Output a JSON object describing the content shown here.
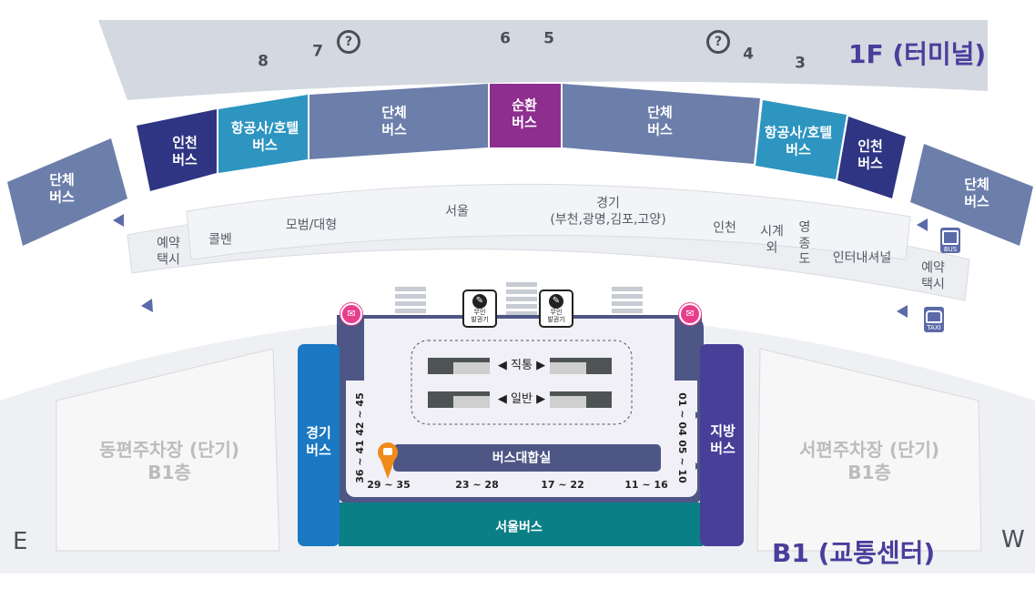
{
  "floors": {
    "terminal_title": "1F (터미널)",
    "transport_center_title": "B1 (교통센터)"
  },
  "directions": {
    "east": "E",
    "west": "W"
  },
  "gates": [
    {
      "id": "8",
      "label": "8"
    },
    {
      "id": "7",
      "label": "7"
    },
    {
      "id": "help-left",
      "label": "?"
    },
    {
      "id": "6",
      "label": "6"
    },
    {
      "id": "5",
      "label": "5"
    },
    {
      "id": "help-right",
      "label": "?"
    },
    {
      "id": "4",
      "label": "4"
    },
    {
      "id": "3",
      "label": "3"
    }
  ],
  "bus_zones": {
    "group_bus_left": "단체\n버스",
    "incheon_bus_left": "인천\n버스",
    "airline_hotel_left": "항공사/호텔\n버스",
    "group_bus_center_left": "단체\n버스",
    "shuttle_bus": "순환\n버스",
    "group_bus_center_right": "단체\n버스",
    "airline_hotel_right": "항공사/호텔\n버스",
    "incheon_bus_right": "인천\n버스",
    "group_bus_right": "단체\n버스"
  },
  "taxi_zones": {
    "reserved_taxi_left": "예약\n택시",
    "call_van": "콜벤",
    "model_large": "모범/대형",
    "seoul": "서울",
    "gyeonggi": "경기\n(부천,광명,김포,고양)",
    "incheon": "인천",
    "outside_city": "시계\n외",
    "yeongjongdo": "영\n종\n도",
    "intercity_shuttle": "인터내셔널",
    "reserved_taxi_right": "예약\n택시"
  },
  "transport_center": {
    "gyeonggi_bus": "경기\n버스",
    "regional_bus": "지방\n버스",
    "seoul_bus": "서울버스",
    "bus_lounge": "버스대합실",
    "direct": "직통",
    "general": "일반",
    "kiosk_label": "무인\n발권기",
    "left_platforms": [
      "42 ~ 45",
      "36 ~ 41"
    ],
    "right_platforms": [
      "01 ~ 04",
      "05 ~ 10"
    ],
    "bottom_platforms": [
      "29 ~ 35",
      "23 ~ 28",
      "17 ~ 22",
      "11 ~ 16"
    ]
  },
  "parking": {
    "east": "동편주차장 (단기)\nB1층",
    "west": "서편주차장 (단기)\nB1층"
  },
  "icons": {
    "bus_icon_label": "BUS",
    "taxi_icon_label": "TAXI"
  },
  "colors": {
    "group_bus": "#6c7eaa",
    "incheon_bus": "#2f3582",
    "airline_hotel": "#2d95c0",
    "shuttle": "#8e2e8f",
    "gyeonggi_bus": "#1b78c2",
    "regional_bus": "#473f98",
    "seoul_bus": "#0b7f86",
    "title": "#4b3d9c"
  }
}
